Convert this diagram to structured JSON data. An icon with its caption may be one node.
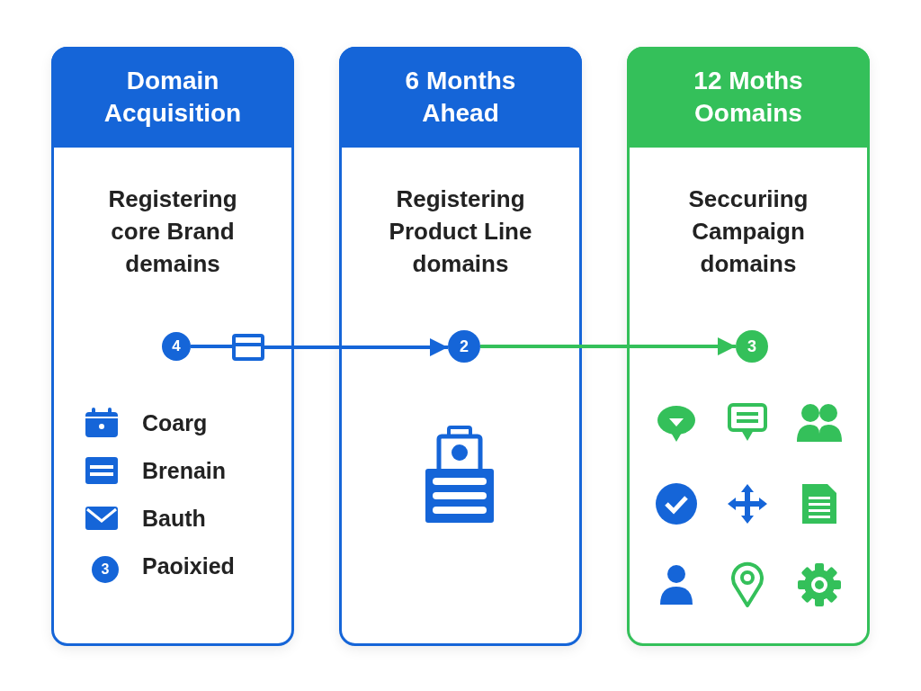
{
  "diagram": {
    "nodes": [
      {
        "text": [
          "Domain Acquisition",
          "Registering core Brand demains"
        ]
      },
      {
        "text": [
          "4"
        ],
        "in": 0
      },
      {
        "text": [],
        "shape": "box",
        "in": 0
      },
      {
        "text": [
          "3"
        ],
        "in": 0
      },
      {
        "text": [
          "6 Months Ahead",
          "Registering Product Line domains"
        ]
      },
      {
        "text": [
          "2"
        ],
        "in": 4
      },
      {
        "text": [
          "12 Moths Oomains",
          "Seccuriing Campaign domains"
        ]
      },
      {
        "text": [
          "3"
        ],
        "in": 6
      }
    ],
    "edges": [
      {
        "from": 1,
        "to": 2,
        "arrow": "none"
      },
      {
        "from": 2,
        "to": 5,
        "arrow": "to"
      },
      {
        "from": 5,
        "to": 7,
        "arrow": "to",
        "color": "#34c05a"
      }
    ],
    "labels": [
      "Coarg",
      "Brenain",
      "Bauth",
      "Paoixied"
    ]
  }
}
